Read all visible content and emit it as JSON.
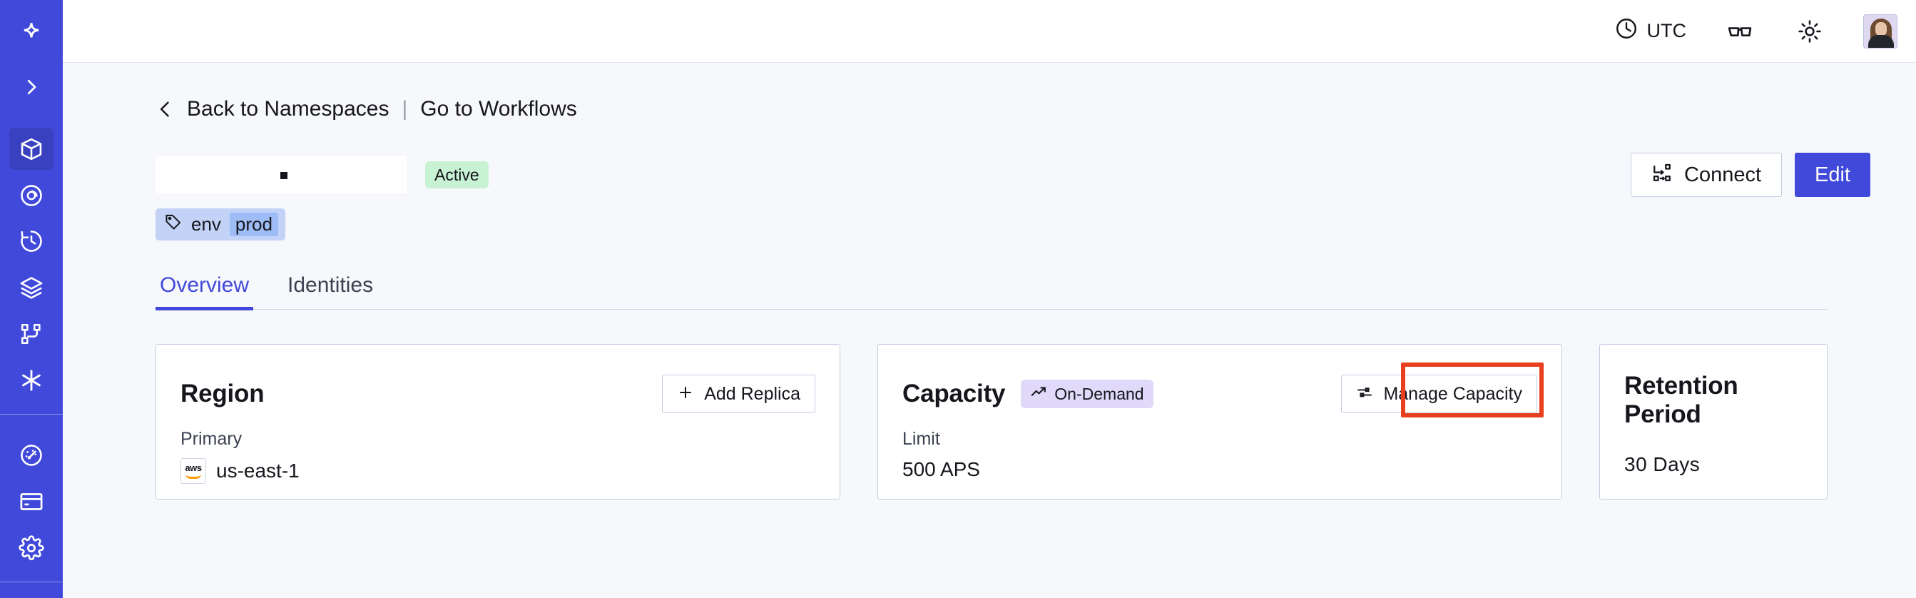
{
  "sidebar": {
    "logo": "temporal-logo",
    "expand_label": "expand-sidebar",
    "items": [
      {
        "name": "namespaces",
        "icon": "cube-icon",
        "active": true
      },
      {
        "name": "observe",
        "icon": "eye-spiral-icon",
        "active": false
      },
      {
        "name": "history",
        "icon": "clock-rewind-icon",
        "active": false
      },
      {
        "name": "layers",
        "icon": "layers-icon",
        "active": false
      },
      {
        "name": "workflows",
        "icon": "branch-icon",
        "active": false
      },
      {
        "name": "nexus",
        "icon": "asterisk-icon",
        "active": false
      }
    ],
    "items_secondary": [
      {
        "name": "usage",
        "icon": "gauge-icon"
      },
      {
        "name": "billing",
        "icon": "credit-card-icon"
      },
      {
        "name": "settings",
        "icon": "gear-icon"
      }
    ]
  },
  "topbar": {
    "timezone_label": "UTC",
    "timezone_icon": "clock-icon",
    "glasses_icon": "glasses-icon",
    "theme_icon": "sun-icon",
    "avatar_alt": "user-avatar"
  },
  "breadcrumb": {
    "back_icon": "chevron-left-icon",
    "back_label": "Back to Namespaces",
    "separator": "|",
    "forward_label": "Go to Workflows"
  },
  "namespace": {
    "title": "",
    "status": "Active",
    "tag": {
      "icon": "tag-icon",
      "key": "env",
      "value": "prod"
    }
  },
  "actions": {
    "connect_label": "Connect",
    "connect_icon": "connect-icon",
    "edit_label": "Edit"
  },
  "tabs": [
    {
      "label": "Overview",
      "active": true
    },
    {
      "label": "Identities",
      "active": false
    }
  ],
  "cards": {
    "region": {
      "title": "Region",
      "add_replica_label": "Add Replica",
      "add_replica_icon": "plus-icon",
      "sublabel": "Primary",
      "provider_icon": "aws-logo",
      "value": "us-east-1"
    },
    "capacity": {
      "title": "Capacity",
      "pill_label": "On-Demand",
      "pill_icon": "trending-up-icon",
      "manage_label": "Manage Capacity",
      "manage_icon": "sliders-icon",
      "sublabel": "Limit",
      "value": "500 APS",
      "highlight_color": "#e8401f"
    },
    "retention": {
      "title": "Retention Period",
      "value": "30 Days"
    }
  },
  "colors": {
    "brand": "#4149da",
    "sidebar": "#4149da",
    "page_bg": "#f7f8fb",
    "status_green": "#c8f2d4",
    "pill_purple": "#e0d9f9",
    "tag_blue": "#c2d3f7",
    "highlight_red": "#e8401f"
  }
}
